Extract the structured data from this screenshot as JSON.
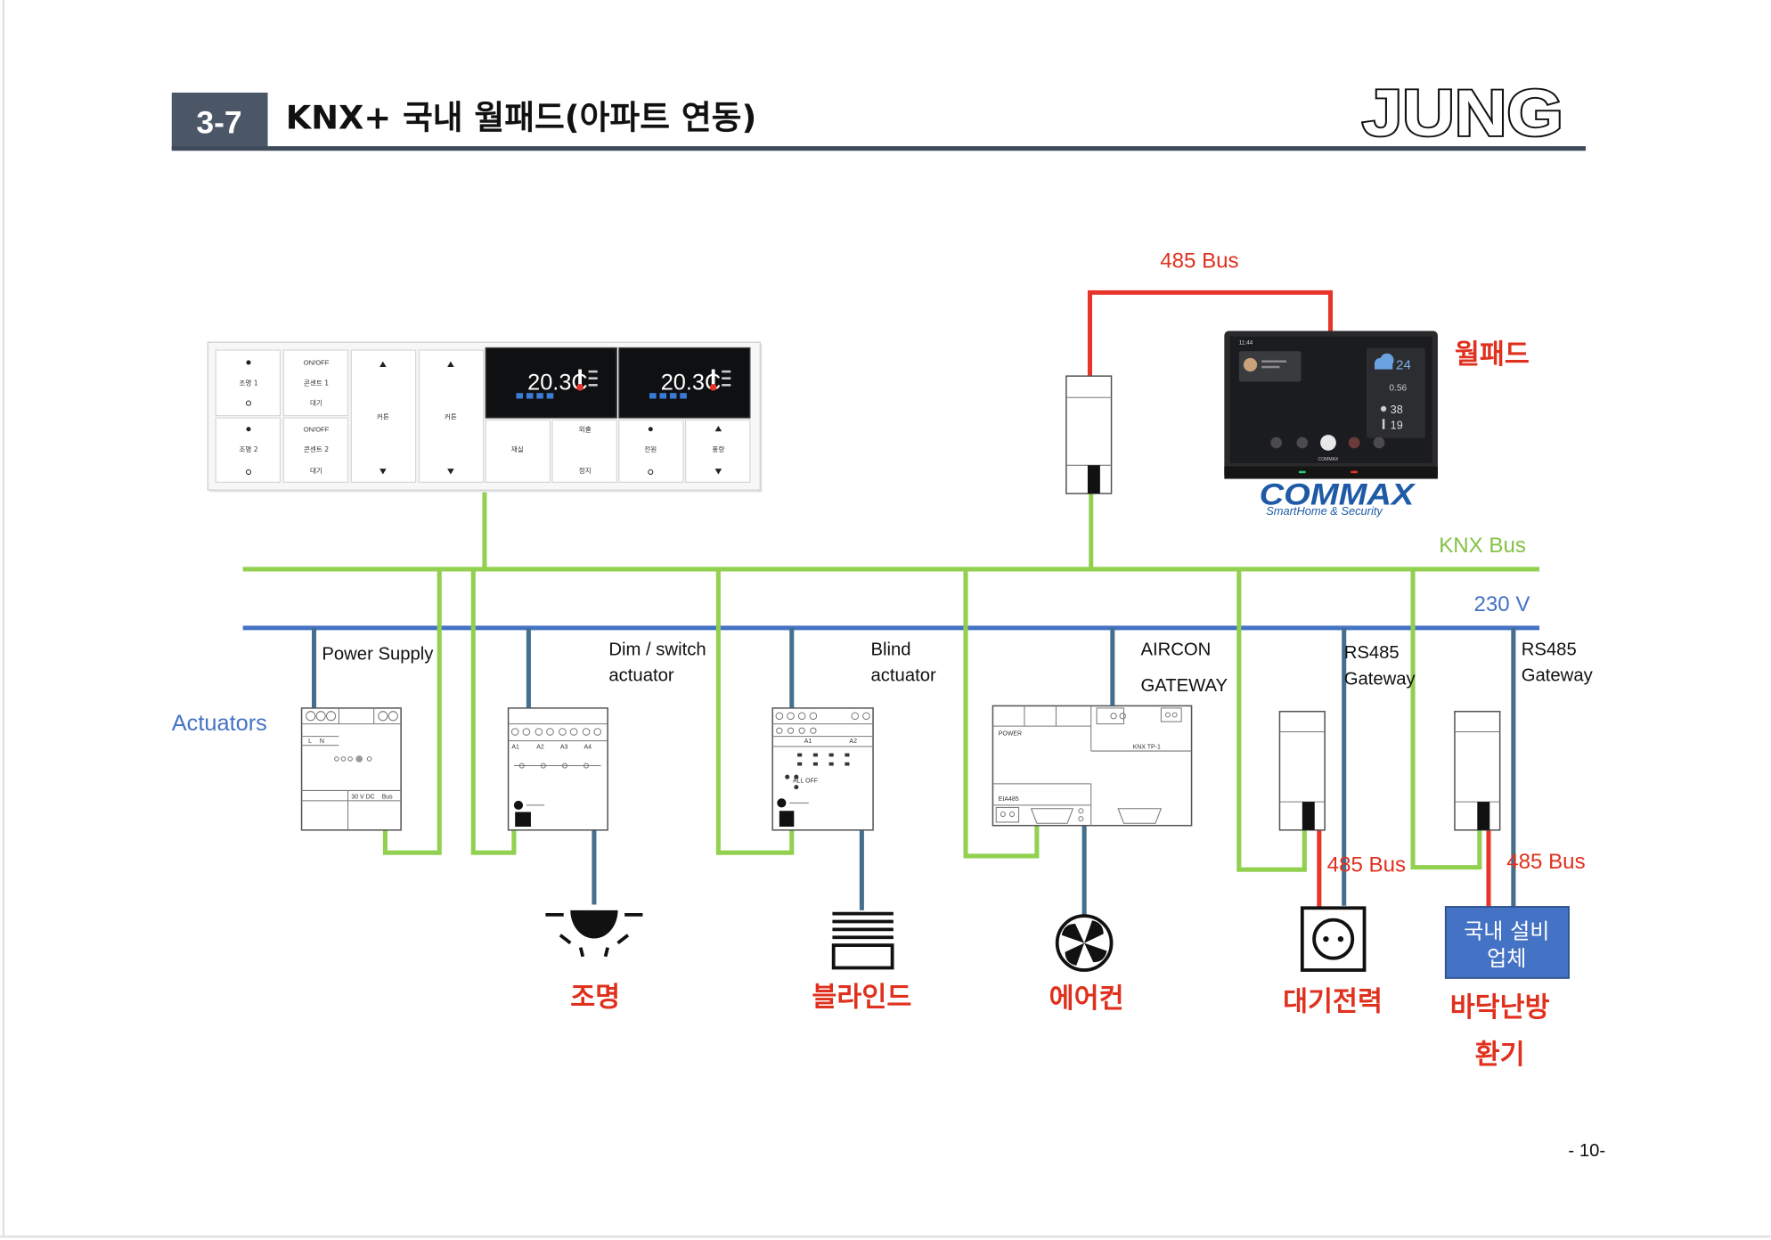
{
  "header": {
    "section_number": "3-7",
    "title": "KNX+ 국내 월패드(아파트 연동)",
    "logo": "JUNG"
  },
  "colors": {
    "header_box": "#4b5667",
    "knx_bus": "#92d050",
    "power_line": "#4472c4",
    "rs485_bus": "#e8352a",
    "label_red": "#e0301e",
    "vendor_box": "#4472c4",
    "commax_blue": "#1e5aa6"
  },
  "wall_switch": {
    "switch_lighting": {
      "top": "조명 1",
      "bottom": "조명 2"
    },
    "switch_outlet": {
      "top_on": "ON/OFF",
      "top": "콘센트 1",
      "top_off": "대기",
      "bottom_on": "ON/OFF",
      "bottom": "콘센트 2",
      "bottom_off": "대기"
    },
    "curtain_1": "커튼",
    "curtain_2": "커튼",
    "thermostat_1": {
      "display": "20.3C",
      "button_left": "재실",
      "button_right_top": "외출",
      "button_right_bottom": "정지"
    },
    "thermostat_2": {
      "display": "20.3C",
      "button_left": "전원",
      "button_right": "풍량"
    }
  },
  "buses": {
    "knx_label": "KNX Bus",
    "power_label": "230 V",
    "wallpad_link_label": "485 Bus"
  },
  "wallpad": {
    "label": "월패드",
    "brand": "COMMAX",
    "tagline": "SmartHome & Security",
    "screen": {
      "time": "11:44",
      "weather_temp": "24",
      "reading_1": "0.56",
      "reading_2": "38",
      "reading_3": "19"
    }
  },
  "actuators_label": "Actuators",
  "devices": {
    "power_supply": {
      "label": "Power Supply",
      "terminals": [
        "L",
        "N"
      ],
      "footer": [
        "30 V DC",
        "Bus"
      ]
    },
    "dim_switch": {
      "label": [
        "Dim / switch",
        "actuator"
      ],
      "channels": [
        "A1",
        "A2",
        "A3",
        "A4"
      ],
      "output": "조명",
      "output_icon": "bulb-icon"
    },
    "blind": {
      "label": [
        "Blind",
        "actuator"
      ],
      "channels": [
        "A1",
        "A2"
      ],
      "all_off": "ALL OFF",
      "output": "블라인드",
      "output_icon": "blind-icon"
    },
    "aircon": {
      "label": [
        "AIRCON",
        "GATEWAY"
      ],
      "power": "POWER",
      "knx": "KNX TP-1",
      "eia": "EIA485",
      "output": "에어컨",
      "output_icon": "fan-icon"
    },
    "rs485_gateway_1": {
      "label": [
        "RS485",
        "Gateway"
      ],
      "bus_label": "485 Bus",
      "output": "대기전력",
      "output_icon": "power-socket-icon"
    },
    "rs485_gateway_2": {
      "label": [
        "RS485",
        "Gateway"
      ],
      "bus_label": "485 Bus",
      "vendor_box": [
        "국내 설비",
        "업체"
      ],
      "output": [
        "바닥난방",
        "환기"
      ]
    }
  },
  "page_number": "- 10-"
}
